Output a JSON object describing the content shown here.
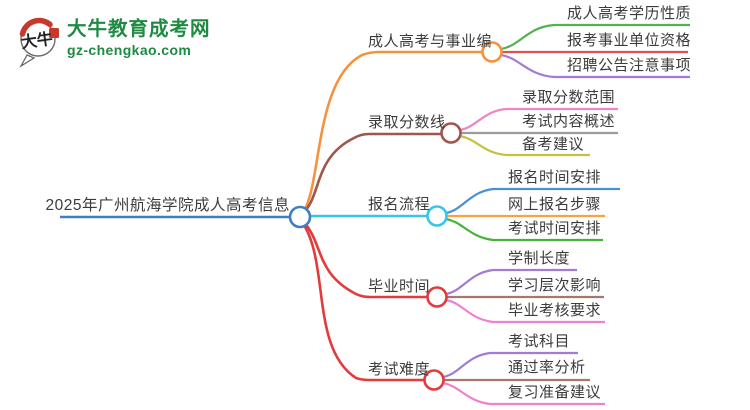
{
  "logo": {
    "icon_text": "大牛",
    "site_name": "大牛教育成考网",
    "site_url": "gz-chengkao.com",
    "green": "#1f8a42",
    "red": "#c9382c",
    "ink": "#222222"
  },
  "mindmap": {
    "root": {
      "label": "2025年广州航海学院成人高考信息",
      "color": "#3e7ec2"
    },
    "branches": [
      {
        "label": "成人高考与事业编",
        "color": "#f6923d",
        "children": [
          {
            "label": "成人高考学历性质",
            "color": "#54b052"
          },
          {
            "label": "报考事业单位资格",
            "color": "#e05252"
          },
          {
            "label": "招聘公告注意事项",
            "color": "#a27cd2"
          }
        ]
      },
      {
        "label": "录取分数线",
        "color": "#9f574d",
        "children": [
          {
            "label": "录取分数范围",
            "color": "#ef85c6"
          },
          {
            "label": "考试内容概述",
            "color": "#9b9b9b"
          },
          {
            "label": "备考建议",
            "color": "#c1c33f"
          }
        ]
      },
      {
        "label": "报名流程",
        "color": "#38c6e8",
        "children": [
          {
            "label": "报名时间安排",
            "color": "#4b90d5"
          },
          {
            "label": "网上报名步骤",
            "color": "#f9a23e"
          },
          {
            "label": "考试时间安排",
            "color": "#45b339"
          }
        ]
      },
      {
        "label": "毕业时间",
        "color": "#e33b3b",
        "children": [
          {
            "label": "学制长度",
            "color": "#a27cd2"
          },
          {
            "label": "学习层次影响",
            "color": "#a9766c"
          },
          {
            "label": "毕业考核要求",
            "color": "#ee81d0"
          }
        ]
      },
      {
        "label": "考试难度",
        "color": "#e33b3b",
        "children": [
          {
            "label": "考试科目",
            "color": "#a27cd2"
          },
          {
            "label": "通过率分析",
            "color": "#a9766c"
          },
          {
            "label": "复习准备建议",
            "color": "#ee81d0"
          }
        ]
      }
    ]
  }
}
